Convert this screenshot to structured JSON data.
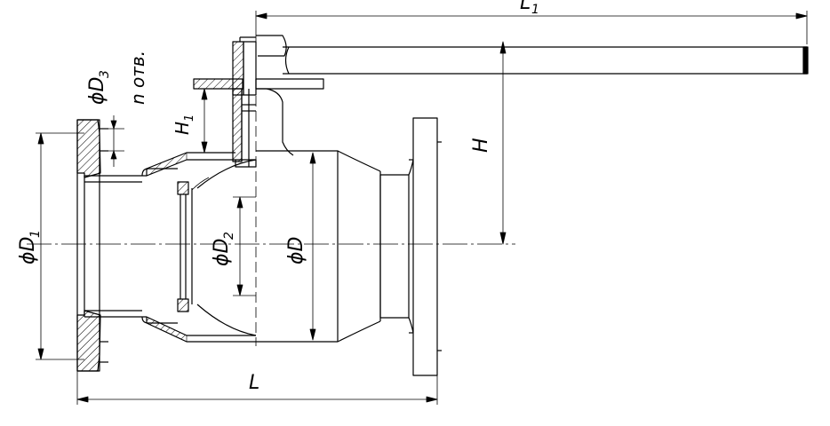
{
  "drawing": {
    "labels": {
      "L1": "L",
      "L1_sub": "1",
      "L": "L",
      "H": "H",
      "H1": "H",
      "H1_sub": "1",
      "D": "ϕD",
      "D1": "ϕD",
      "D1_sub": "1",
      "D2": "ϕD",
      "D2_sub": "2",
      "D3": "ϕD",
      "D3_sub": "3",
      "holes": "n отв."
    }
  }
}
